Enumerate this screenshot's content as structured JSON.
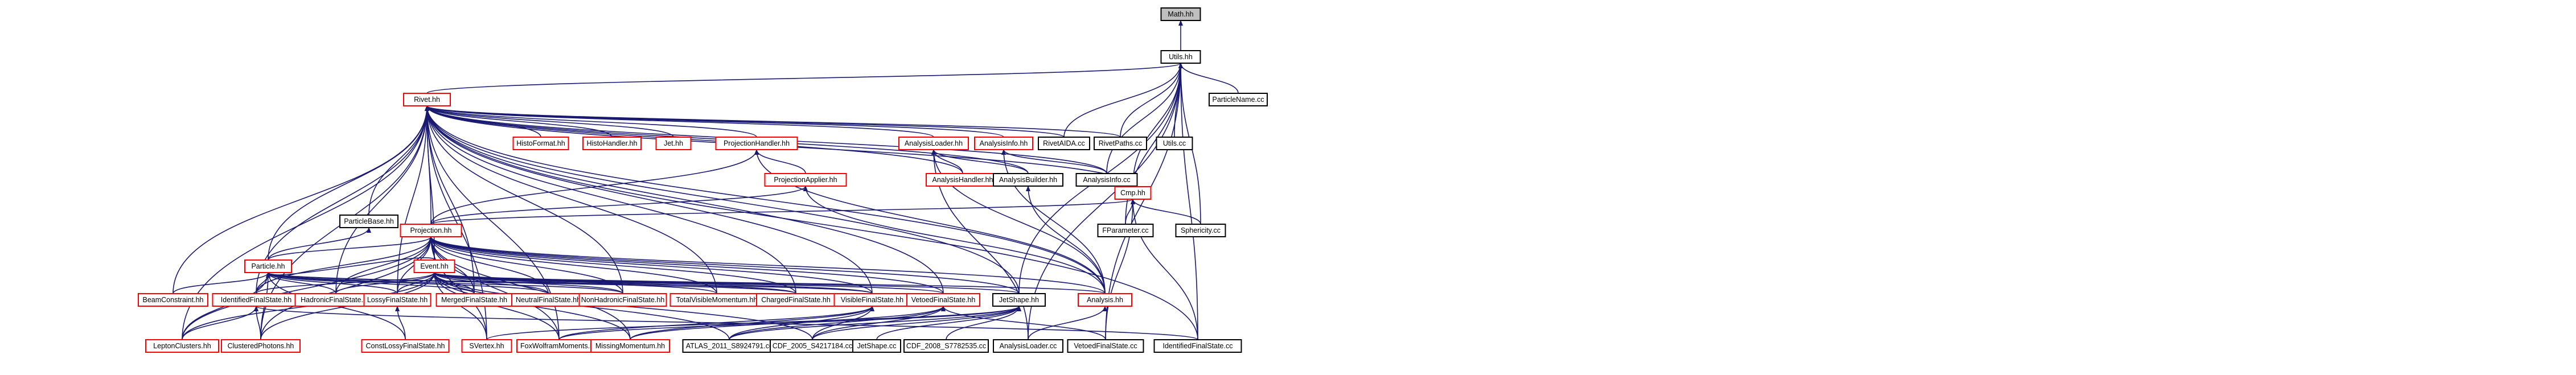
{
  "colors": {
    "edge": "#191970",
    "node_border_default": "#000000",
    "node_border_red": "#ff0000",
    "node_fill_default": "#ffffff",
    "node_fill_root": "#bfbfbf"
  },
  "nodes": [
    {
      "id": "math",
      "label": "Math.hh",
      "color": "root"
    },
    {
      "id": "utils_hh",
      "label": "Utils.hh",
      "color": "black"
    },
    {
      "id": "rivet_hh",
      "label": "Rivet.hh",
      "color": "red"
    },
    {
      "id": "particlename_cc",
      "label": "ParticleName.cc",
      "color": "black"
    },
    {
      "id": "histoformat",
      "label": "HistoFormat.hh",
      "color": "red"
    },
    {
      "id": "histohandler",
      "label": "HistoHandler.hh",
      "color": "red"
    },
    {
      "id": "jet_hh",
      "label": "Jet.hh",
      "color": "red"
    },
    {
      "id": "projhandler",
      "label": "ProjectionHandler.hh",
      "color": "red"
    },
    {
      "id": "analysisloader_hh",
      "label": "AnalysisLoader.hh",
      "color": "red"
    },
    {
      "id": "analysisinfo_hh",
      "label": "AnalysisInfo.hh",
      "color": "red"
    },
    {
      "id": "rivetaida",
      "label": "RivetAIDA.cc",
      "color": "black"
    },
    {
      "id": "rivetpaths",
      "label": "RivetPaths.cc",
      "color": "black"
    },
    {
      "id": "utils_cc",
      "label": "Utils.cc",
      "color": "black"
    },
    {
      "id": "projapplier",
      "label": "ProjectionApplier.hh",
      "color": "red"
    },
    {
      "id": "analysishandler",
      "label": "AnalysisHandler.hh",
      "color": "red"
    },
    {
      "id": "analysisbuilder",
      "label": "AnalysisBuilder.hh",
      "color": "black"
    },
    {
      "id": "analysisinfo_cc",
      "label": "AnalysisInfo.cc",
      "color": "black"
    },
    {
      "id": "cmp",
      "label": "Cmp.hh",
      "color": "red"
    },
    {
      "id": "particlebase",
      "label": "ParticleBase.hh",
      "color": "black"
    },
    {
      "id": "projection",
      "label": "Projection.hh",
      "color": "red"
    },
    {
      "id": "fparameter",
      "label": "FParameter.cc",
      "color": "black"
    },
    {
      "id": "sphericity",
      "label": "Sphericity.cc",
      "color": "black"
    },
    {
      "id": "particle",
      "label": "Particle.hh",
      "color": "red"
    },
    {
      "id": "event",
      "label": "Event.hh",
      "color": "red"
    },
    {
      "id": "beamconstraint",
      "label": "BeamConstraint.hh",
      "color": "red"
    },
    {
      "id": "identifiedfs_hh",
      "label": "IdentifiedFinalState.hh",
      "color": "red"
    },
    {
      "id": "hadronicfs",
      "label": "HadronicFinalState.hh",
      "color": "red"
    },
    {
      "id": "lossyfs",
      "label": "LossyFinalState.hh",
      "color": "red"
    },
    {
      "id": "mergedfs",
      "label": "MergedFinalState.hh",
      "color": "red"
    },
    {
      "id": "neutralfs",
      "label": "NeutralFinalState.hh",
      "color": "red"
    },
    {
      "id": "nonhadronicfs",
      "label": "NonHadronicFinalState.hh",
      "color": "red"
    },
    {
      "id": "totalvismom",
      "label": "TotalVisibleMomentum.hh",
      "color": "red"
    },
    {
      "id": "chargedfs",
      "label": "ChargedFinalState.hh",
      "color": "red"
    },
    {
      "id": "visiblefs",
      "label": "VisibleFinalState.hh",
      "color": "red"
    },
    {
      "id": "vetoedfs_hh",
      "label": "VetoedFinalState.hh",
      "color": "red"
    },
    {
      "id": "jetshape_hh",
      "label": "JetShape.hh",
      "color": "black"
    },
    {
      "id": "analysis_hh",
      "label": "Analysis.hh",
      "color": "red"
    },
    {
      "id": "leptonclusters",
      "label": "LeptonClusters.hh",
      "color": "red"
    },
    {
      "id": "clusteredphotons",
      "label": "ClusteredPhotons.hh",
      "color": "red"
    },
    {
      "id": "corelossyfs",
      "label": "ConstLossyFinalState.hh",
      "color": "red"
    },
    {
      "id": "svertex",
      "label": "SVertex.hh",
      "color": "red"
    },
    {
      "id": "foxwolfram",
      "label": "FoxWolframMoments.hh",
      "color": "red"
    },
    {
      "id": "missingmom",
      "label": "MissingMomentum.hh",
      "color": "red"
    },
    {
      "id": "atlas2011",
      "label": "ATLAS_2011_S8924791.cc",
      "color": "black"
    },
    {
      "id": "cdf2005",
      "label": "CDF_2005_S4217184.cc",
      "color": "black"
    },
    {
      "id": "jetshape_cc",
      "label": "JetShape.cc",
      "color": "black"
    },
    {
      "id": "cdf2008",
      "label": "CDF_2008_S7782535.cc",
      "color": "black"
    },
    {
      "id": "analysisloader_cc",
      "label": "AnalysisLoader.cc",
      "color": "black"
    },
    {
      "id": "vetoedfs_cc",
      "label": "VetoedFinalState.cc",
      "color": "black"
    },
    {
      "id": "identifiedfs_cc",
      "label": "IdentifiedFinalState.cc",
      "color": "black"
    }
  ]
}
